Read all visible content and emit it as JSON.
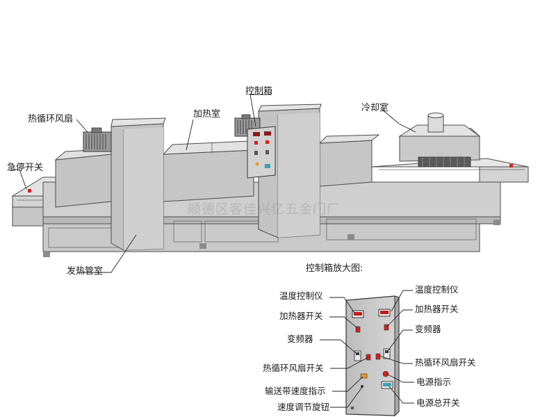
{
  "machine_labels": {
    "control_box": "控制箱",
    "heat_circ_fan": "热循环风扇",
    "heating_room": "加热室",
    "cooling_room": "冷却室",
    "estop": "急停开关",
    "heater_tube_room": "发热管室"
  },
  "zoom_title": "控制箱放大图:",
  "panel_labels": {
    "temp_ctrl_left": "温度控制仪",
    "temp_ctrl_right": "温度控制仪",
    "heater_switch_left": "加热器开关",
    "heater_switch_right": "加热器开关",
    "vfd_left": "变频器",
    "vfd_right": "变频器",
    "fan_switch_left": "热循环风扇开关",
    "fan_switch_right": "热循环风扇开关",
    "conveyor_speed": "输送带速度指示",
    "power_indicator": "电源指示",
    "speed_knob": "速度调节旋钮",
    "main_power": "电源总开关"
  },
  "watermark": "顺德区客佳兴亿五金门厂",
  "colors": {
    "body_fill": "#c8c8c8",
    "body_light": "#dcdcdc",
    "body_dark": "#a9a9a9",
    "outline": "#4a4a4a",
    "indicator_red": "#d42020",
    "knob_orange": "#e8962a",
    "leader": "#222222"
  }
}
